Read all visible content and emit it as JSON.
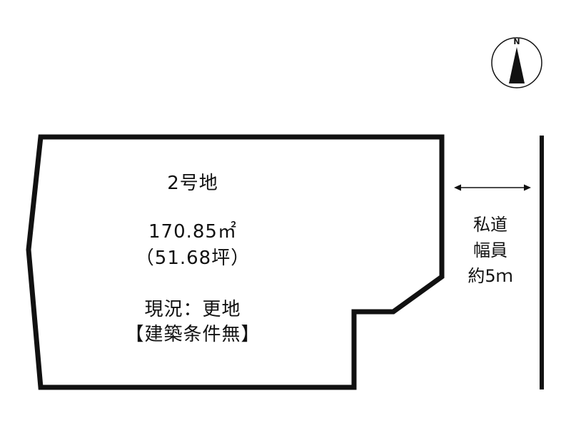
{
  "lot": {
    "name": "2号地",
    "area_sqm": "170.85㎡",
    "area_tsubo": "（51.68坪）",
    "status": "現況：更地",
    "condition": "【建築条件無】"
  },
  "road": {
    "line1": "私道",
    "line2": "幅員",
    "line3": "約5ｍ"
  },
  "compass": {
    "north_label": "N"
  },
  "colors": {
    "line": "#111111",
    "background": "#ffffff"
  }
}
